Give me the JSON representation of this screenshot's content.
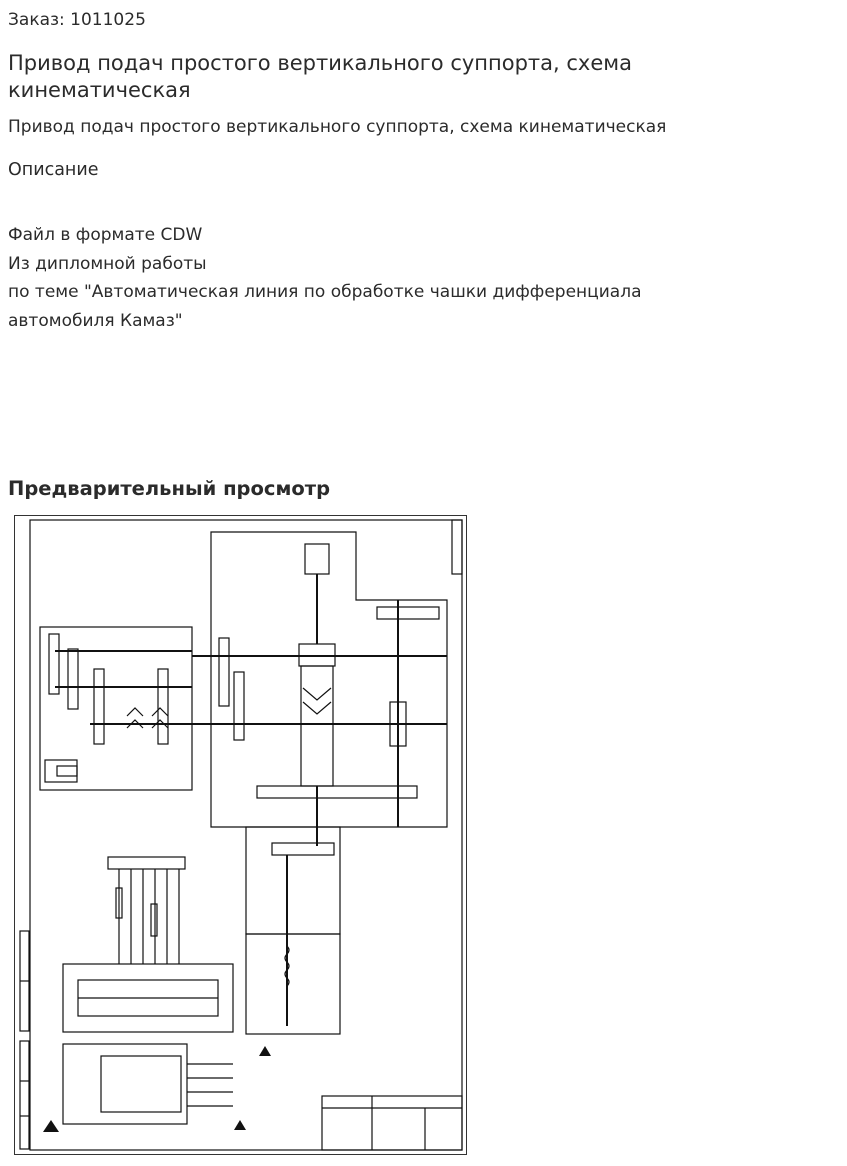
{
  "order": {
    "label": "Заказ: 1011025"
  },
  "page": {
    "title": "Привод подач простого вертикального суппорта, схема кинематическая",
    "subtitle": "Привод подач простого вертикального суппорта, схема кинематическая"
  },
  "description": {
    "heading": "Описание",
    "lines": [
      "Файл в формате CDW",
      "Из дипломной работы",
      "по теме \"Автоматическая линия по обработке чашки дифференциала",
      "автомобиля Камаз\""
    ]
  },
  "preview": {
    "heading": "Предварительный просмотр",
    "image_kind": "kinematic-scheme-drawing"
  }
}
